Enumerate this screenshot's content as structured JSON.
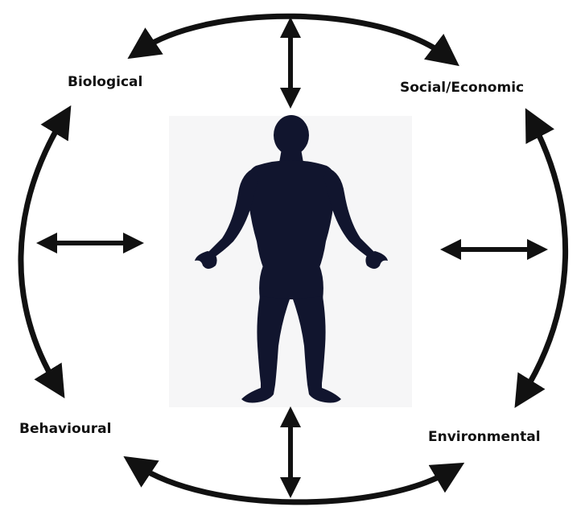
{
  "labels": {
    "biological": "Biological",
    "social_economic": "Social/Economic",
    "behavioural": "Behavioural",
    "environmental": "Environmental"
  },
  "colors": {
    "arrow": "#111111",
    "silhouette": "#11152e",
    "figure_background": "#f6f6f7"
  },
  "icons": {
    "figure": "human-silhouette-icon"
  }
}
